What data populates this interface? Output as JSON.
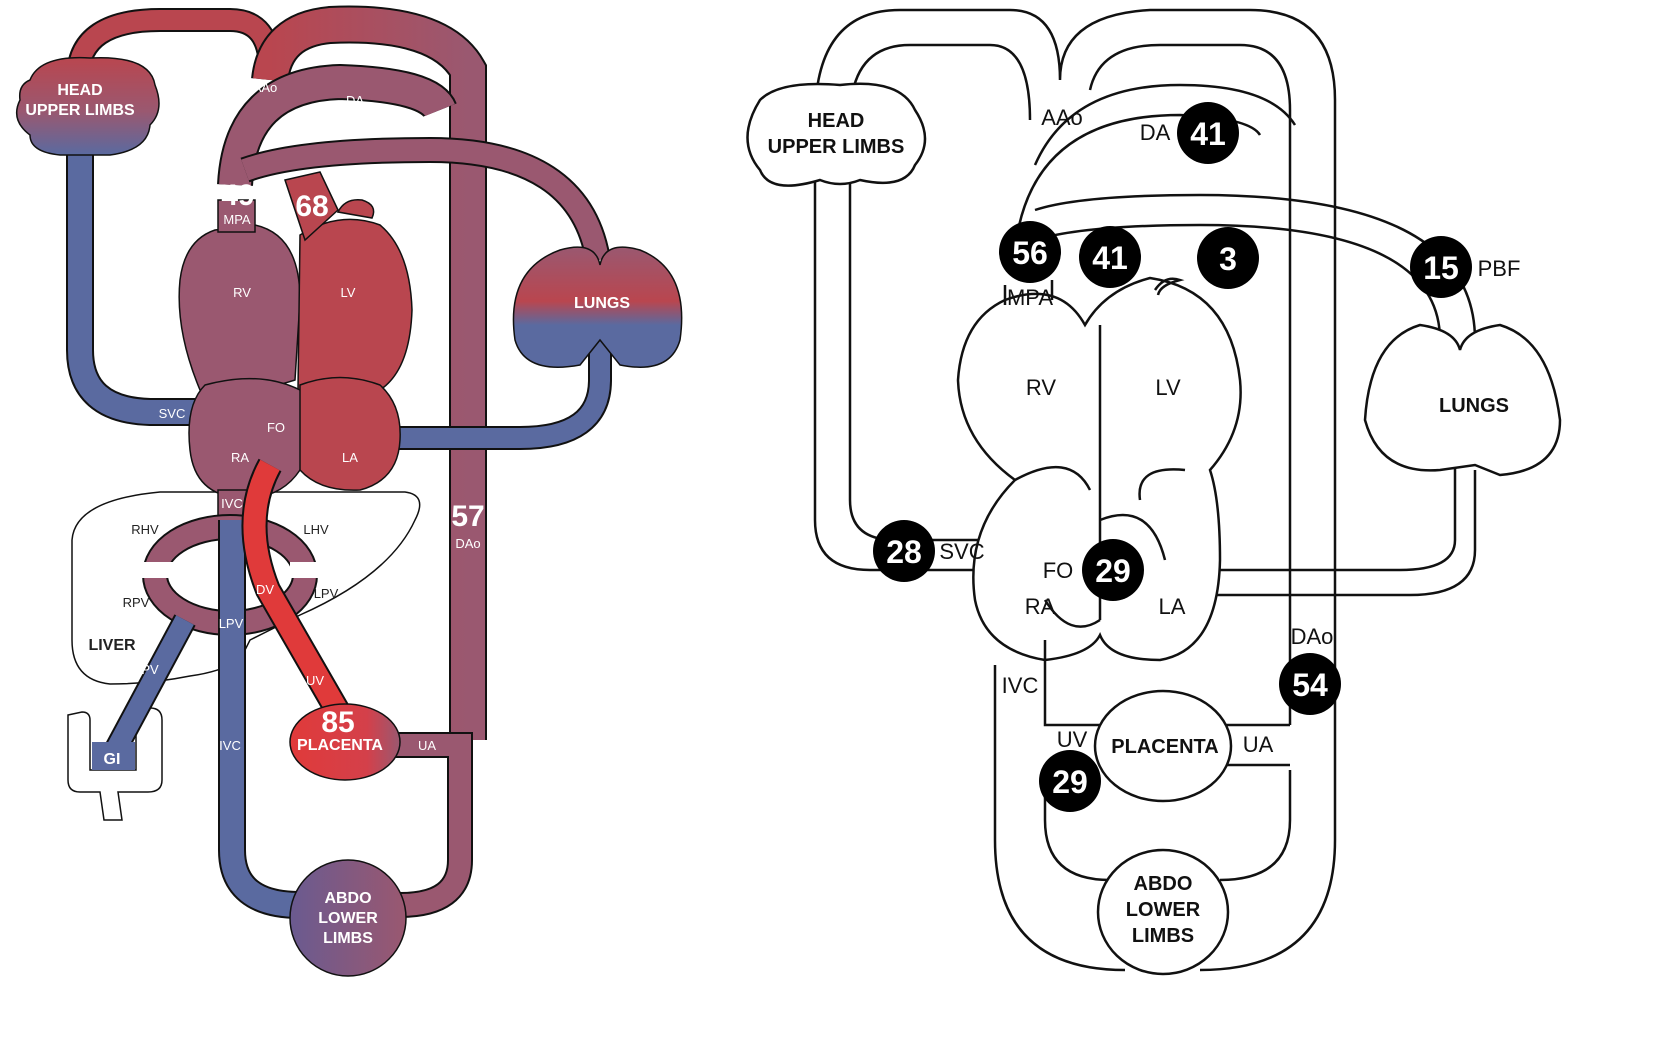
{
  "colors": {
    "oxygenated": "#b9464f",
    "deoxygenated": "#5a6aa0",
    "mixed": "#9a5870",
    "placenta_red": "#e03a3a",
    "outline": "#111111",
    "badge": "#000000"
  },
  "left": {
    "organs": {
      "head_line1": "HEAD",
      "head_line2": "UPPER LIMBS",
      "lungs": "LUNGS",
      "liver": "LIVER",
      "gi": "GI",
      "placenta": "PLACENTA",
      "abdo_line1": "ABDO",
      "abdo_line2": "LOWER",
      "abdo_line3": "LIMBS"
    },
    "vessels": {
      "aao": "AAo",
      "da": "DA",
      "mpa": "MPA",
      "rv": "RV",
      "lv": "LV",
      "svc": "SVC",
      "fo": "FO",
      "ra": "RA",
      "la": "LA",
      "ivc_upper": "IVC",
      "rhv": "RHV",
      "lhv": "LHV",
      "rpv": "RPV",
      "dv": "DV",
      "lpv_right": "LPV",
      "lpv_bottom": "LPV",
      "pv": "PV",
      "uv": "UV",
      "ivc_lower": "IVC",
      "ua": "UA",
      "dao": "DAo"
    },
    "saturations": {
      "mpa": "49",
      "aao": "68",
      "dao": "57",
      "placenta": "85"
    }
  },
  "right": {
    "organs": {
      "head_line1": "HEAD",
      "head_line2": "UPPER LIMBS",
      "lungs": "LUNGS",
      "placenta": "PLACENTA",
      "abdo_line1": "ABDO",
      "abdo_line2": "LOWER",
      "abdo_line3": "LIMBS"
    },
    "vessels": {
      "aao": "AAo",
      "da": "DA",
      "mpa": "MPA",
      "rv": "RV",
      "lv": "LV",
      "svc": "SVC",
      "fo": "FO",
      "ra": "RA",
      "la": "LA",
      "ivc": "IVC",
      "dao": "DAo",
      "uv": "UV",
      "ua": "UA",
      "pbf": "PBF"
    },
    "flows": {
      "da": "41",
      "mpa": "56",
      "aao": "41",
      "coronary": "3",
      "pbf": "15",
      "svc": "28",
      "fo": "29",
      "dao": "54",
      "uv": "29"
    }
  }
}
